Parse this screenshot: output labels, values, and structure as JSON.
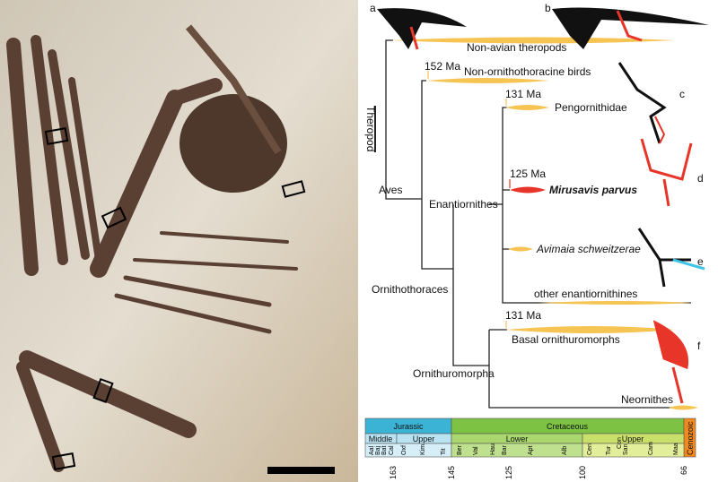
{
  "panel_labels": [
    "a",
    "b",
    "c",
    "d",
    "e",
    "f"
  ],
  "clades": {
    "non_avian": "Non-avian theropods",
    "non_ornitho": "Non-ornithothoracine birds",
    "pengornithidae": "Pengornithidae",
    "mirusavis": "Mirusavis parvus",
    "avimaia": "Avimaia schweitzerae",
    "other_enant": "other enantiornithines",
    "basal_orn": "Basal ornithuromorphs",
    "neornithes": "Neornithes"
  },
  "nodes": {
    "theropod": "Theropod",
    "aves": "Aves",
    "enantiornithes": "Enantiornithes",
    "ornithothoraces": "Ornithothoraces",
    "ornithuromorpha": "Ornithuromorpha"
  },
  "ages": {
    "a152": "152 Ma",
    "a131a": "131 Ma",
    "a125": "125 Ma",
    "a131b": "131 Ma"
  },
  "timescale": {
    "periods": [
      "Jurassic",
      "Cretaceous",
      "Cenozoic"
    ],
    "epochs": [
      "Middle",
      "Upper",
      "Lower",
      "Upper"
    ],
    "stages": [
      "Aal",
      "Baj",
      "Bat",
      "Cal",
      "Oxf",
      "Kim",
      "Tit",
      "Ber",
      "Val",
      "Hau",
      "Bar",
      "Apt",
      "Alb",
      "Cen",
      "Tur",
      "Con",
      "San",
      "Cam",
      "Maa"
    ],
    "ticks": [
      "163",
      "145",
      "125",
      "100",
      "66"
    ]
  },
  "colors": {
    "jurassic": "#3bb3d4",
    "jurassic_light": "#b9e3f2",
    "cretaceous": "#7dc242",
    "cret_lower": "#a9d66d",
    "cret_upper": "#c8e06a",
    "cenozoic": "#f2891e",
    "spindle": "#f6c453",
    "red": "#e8352a"
  }
}
